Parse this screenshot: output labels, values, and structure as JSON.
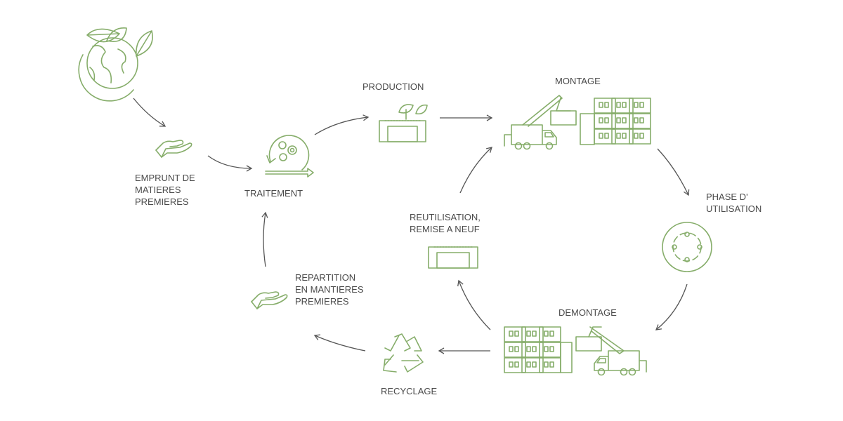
{
  "diagram": {
    "colors": {
      "icon": "#86ad6a",
      "text": "#4a4a4a",
      "arrow": "#555555"
    },
    "stages": {
      "earth": {
        "icon": "globe-leaves-icon"
      },
      "emprunt": {
        "icon": "hand-icon",
        "lines": [
          "EMPRUNT DE",
          "MATIERES",
          "PREMIERES"
        ]
      },
      "traitement": {
        "icon": "gears-cycle-icon",
        "label": "TRAITEMENT"
      },
      "production": {
        "icon": "factory-leaves-icon",
        "label": "PRODUCTION"
      },
      "montage": {
        "icon": "crane-truck-containers-icon",
        "label": "MONTAGE"
      },
      "utilisation": {
        "icon": "people-circle-icon",
        "lines": [
          "PHASE D'",
          "UTILISATION"
        ]
      },
      "demontage": {
        "icon": "containers-crane-truck-icon",
        "label": "DEMONTAGE"
      },
      "recyclage": {
        "icon": "recycle-icon",
        "label": "RECYCLAGE"
      },
      "repartition": {
        "icon": "hand-icon",
        "lines": [
          "REPARTITION",
          "EN MANTIERES",
          "PREMIERES"
        ]
      },
      "reutilisation": {
        "icon": "building-icon",
        "lines": [
          "REUTILISATION,",
          "REMISE A NEUF"
        ]
      }
    }
  }
}
